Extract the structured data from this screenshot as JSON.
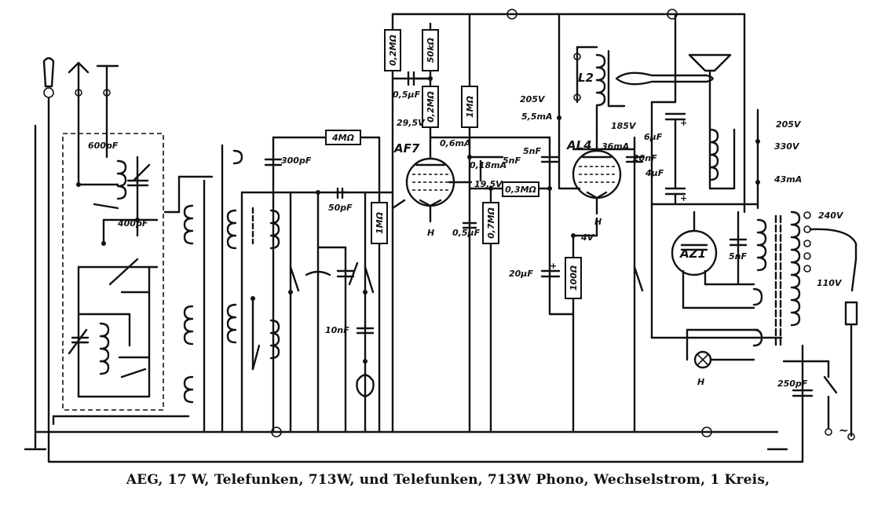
{
  "caption": "AEG, 17 W, Telefunken, 713W, und Telefunken, 713W Phono, Wechselstrom, 1 Kreis,",
  "tubes": {
    "af7": "AF7",
    "al4": "AL4",
    "az1": "AZ1"
  },
  "resistors": {
    "r_02m_top": "0,2MΩ",
    "r_50k": "50kΩ",
    "r_02m_plate": "0,2MΩ",
    "r_1m_screen": "1MΩ",
    "r_4m": "4MΩ",
    "r_1m_grid": "1MΩ",
    "r_03m": "0,3MΩ",
    "r_07m": "0,7MΩ",
    "r_100": "100Ω"
  },
  "capacitors": {
    "c_600p": "600pF",
    "c_400p": "400pF",
    "c_300p": "300pF",
    "c_50p": "50pF",
    "c_10n": "10nF",
    "c_05u_top": "0,5µF",
    "c_05u": "0,5µF",
    "c_5n_a": "5nF",
    "c_5n_b": "5nF",
    "c_20u": "20µF",
    "c_6u": "6µF",
    "c_20n": "20nF",
    "c_4u": "4µF",
    "c_5n_c": "5nF",
    "c_250p": "250pF"
  },
  "readings": {
    "v_af7_anode": "29,5V",
    "i_af7_anode": "0,6mA",
    "i_af7_screen": "0,18mA",
    "v_af7_screen": "19,5V",
    "v_205_a": "205V",
    "i_55": "5,5mA",
    "v_185": "185V",
    "i_al4": "36mA",
    "v_cath": "4V",
    "v_205_b": "205V",
    "v_330": "330V",
    "i_43": "43mA",
    "v_240": "240V",
    "v_110": "110V"
  },
  "misc": {
    "l2": "L2",
    "h1": "H",
    "h2": "H",
    "h3": "H",
    "mains": "~",
    "plus": "+"
  }
}
